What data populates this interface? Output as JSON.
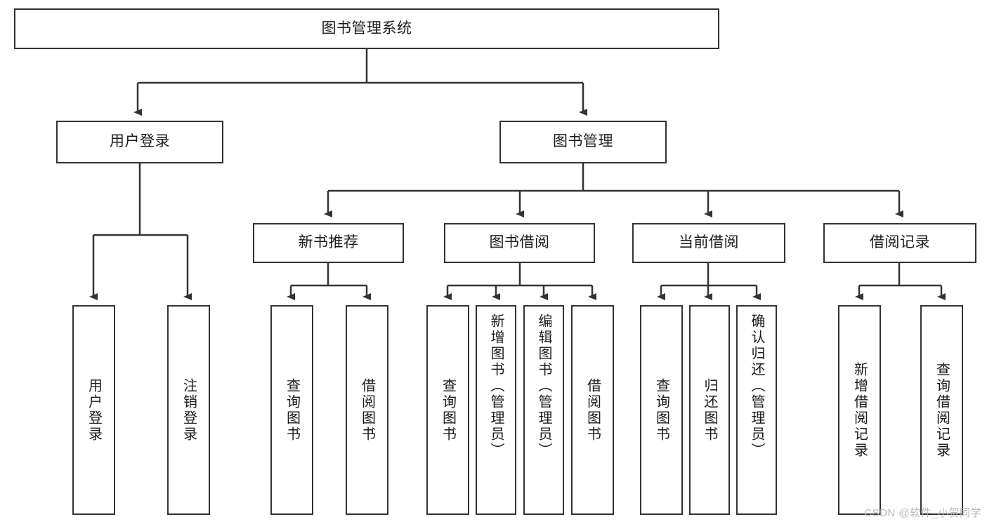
{
  "diagram": {
    "title": "图书管理系统",
    "type": "hierarchy-tree",
    "root": {
      "id": "root",
      "label": "图书管理系统"
    },
    "level1": [
      {
        "id": "user-login",
        "label": "用户登录"
      },
      {
        "id": "book-manage",
        "label": "图书管理"
      }
    ],
    "level2": [
      {
        "id": "new-book-recommend",
        "label": "新书推荐",
        "parent": "book-manage"
      },
      {
        "id": "book-borrow",
        "label": "图书借阅",
        "parent": "book-manage"
      },
      {
        "id": "current-borrow",
        "label": "当前借阅",
        "parent": "book-manage"
      },
      {
        "id": "borrow-record",
        "label": "借阅记录",
        "parent": "book-manage"
      }
    ],
    "leaves": {
      "user_login": [
        {
          "id": "leaf-user-login",
          "label": "用户登录"
        },
        {
          "id": "leaf-logout-login",
          "label": "注销登录"
        }
      ],
      "new_book_recommend": [
        {
          "id": "leaf-query-book-1",
          "label": "查询图书"
        },
        {
          "id": "leaf-borrow-book-1",
          "label": "借阅图书"
        }
      ],
      "book_borrow": [
        {
          "id": "leaf-query-book-2",
          "label": "查询图书"
        },
        {
          "id": "leaf-add-book-admin",
          "label": "新增图书（管理员）"
        },
        {
          "id": "leaf-edit-book-admin",
          "label": "编辑图书（管理员）"
        },
        {
          "id": "leaf-borrow-book-2",
          "label": "借阅图书"
        }
      ],
      "current_borrow": [
        {
          "id": "leaf-query-book-3",
          "label": "查询图书"
        },
        {
          "id": "leaf-return-book",
          "label": "归还图书"
        },
        {
          "id": "leaf-confirm-return-admin",
          "label": "确认归还（管理员）"
        }
      ],
      "borrow_record": [
        {
          "id": "leaf-add-borrow-record",
          "label": "新增借阅记录"
        },
        {
          "id": "leaf-query-borrow-record",
          "label": "查询借阅记录"
        }
      ]
    }
  },
  "watermark": {
    "text": "CSDN @软件_小贺同学"
  },
  "colors": {
    "stroke": "#333333",
    "box_fill": "#ffffff",
    "text": "#1b1b1b",
    "watermark": "#b8b8b8",
    "background": "#ffffff"
  }
}
